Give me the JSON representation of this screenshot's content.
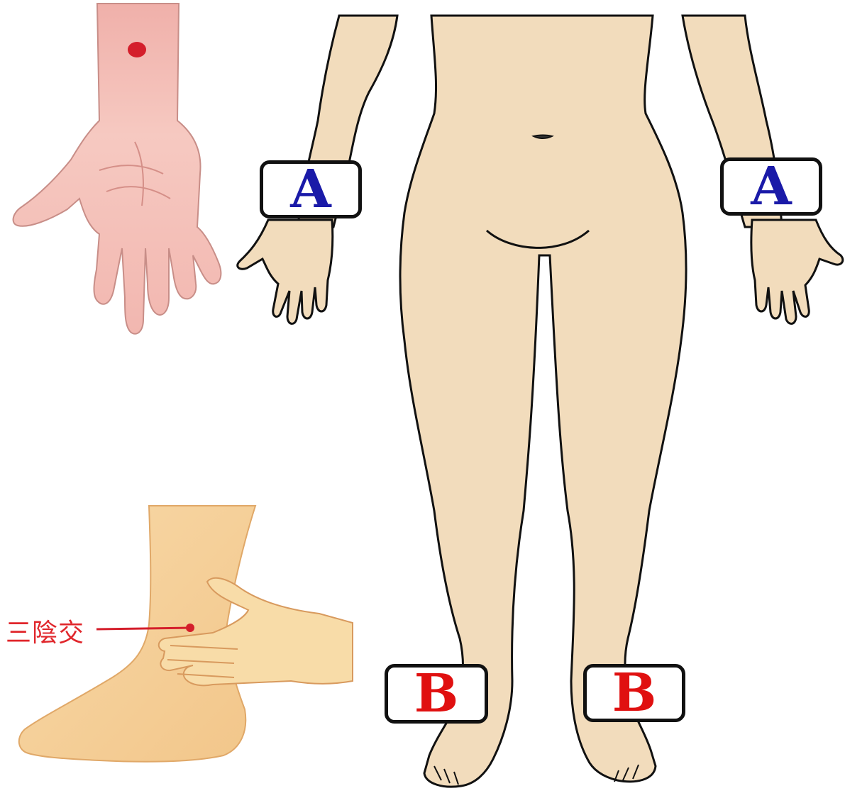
{
  "labels": {
    "wrist_left": "A",
    "wrist_right": "A",
    "ankle_left": "B",
    "ankle_right": "B"
  },
  "callout": {
    "text": "三陰交"
  },
  "colors": {
    "skin_body": "#f2dcbc",
    "skin_hand": "#f2b7b0",
    "skin_foot": "#f6cf96",
    "acupoint": "#d41e2b",
    "label_a": "#1a1aa8",
    "label_b": "#e01010",
    "outline": "#111111"
  }
}
